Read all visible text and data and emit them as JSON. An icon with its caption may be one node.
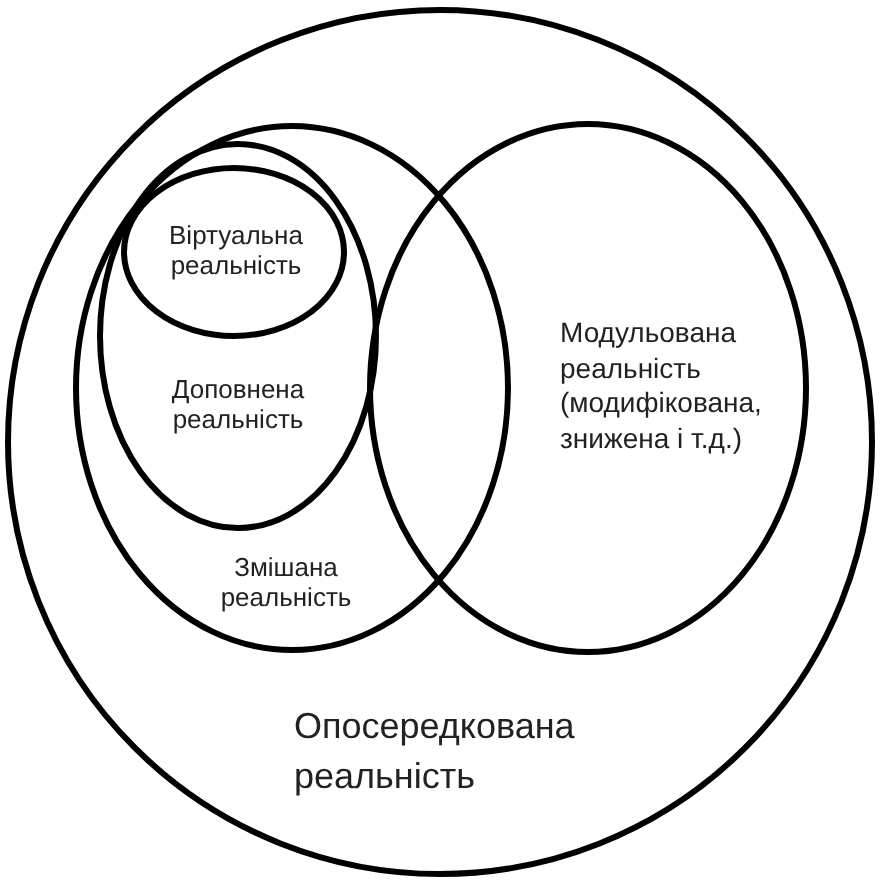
{
  "diagram": {
    "nodes": [
      {
        "text": [
          "Опосередкована реальність"
        ]
      },
      {
        "text": [
          "Змішана реальність"
        ],
        "in": 0
      },
      {
        "text": [
          "Доповнена реальність"
        ],
        "in": 1
      },
      {
        "text": [
          "Віртуальна реальність"
        ],
        "in": 2
      },
      {
        "text": [
          "Модульована реальність (модифікована, знижена і т.д.)"
        ],
        "in": 0
      }
    ]
  }
}
